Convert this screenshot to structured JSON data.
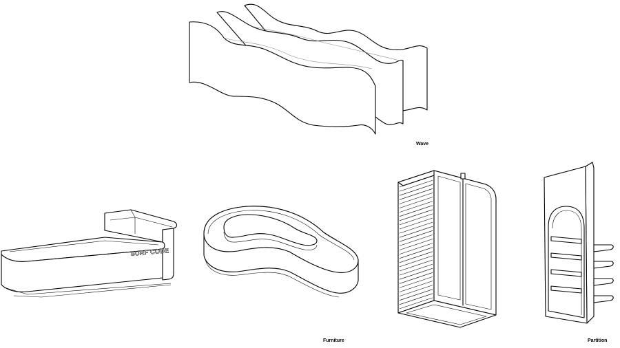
{
  "captions": {
    "wave": "Wave",
    "furniture": "Furniture",
    "partition": "Partition"
  },
  "counter_signage": "SURF CODE",
  "colors": {
    "line": "#000000",
    "hidden_line": "#8a8a8a",
    "background": "#ffffff"
  }
}
